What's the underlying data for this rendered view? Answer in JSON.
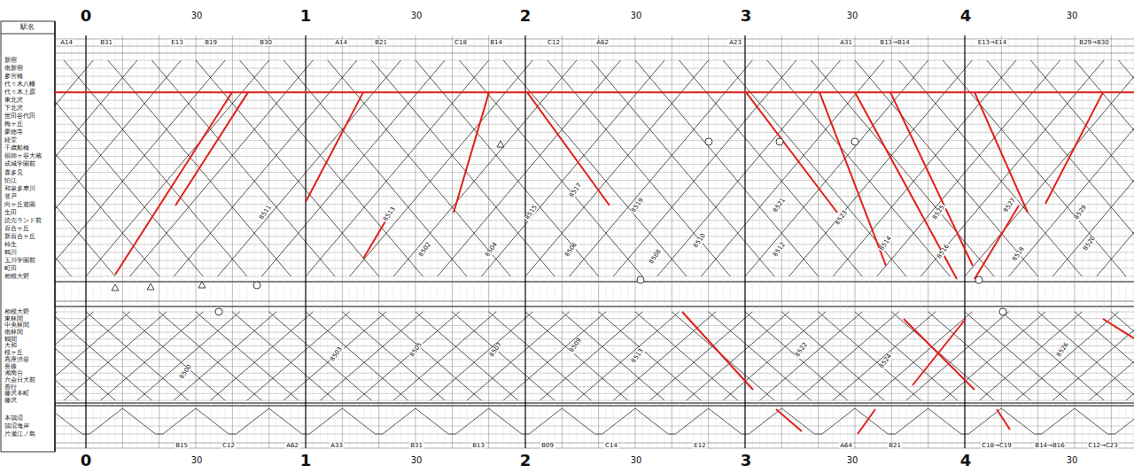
{
  "diagram": {
    "labels": [
      "駅名",
      "新宿",
      "南新宿",
      "参宮橋",
      "代々木八幡",
      "代々木上原",
      "東北沢",
      "下北沢",
      "世田谷代田",
      "梅ヶ丘",
      "豪徳寺",
      "経堂",
      "千歳船橋",
      "祖師ヶ谷大蔵",
      "成城学園前",
      "喜多見",
      "狛江",
      "和泉多摩川",
      "登戸",
      "向ヶ丘遊園",
      "生田",
      "読売ランド前",
      "百合ヶ丘",
      "新百合ヶ丘",
      "柿生",
      "鶴川",
      "玉川学園前",
      "町田",
      "相模大野",
      "相模大野",
      "東林間",
      "中央林間",
      "南林間",
      "鶴間",
      "大和",
      "桜ヶ丘",
      "高座渋谷",
      "長後",
      "湘南台",
      "六会日大前",
      "善行",
      "藤沢本町",
      "藤沢",
      "本鵠沼",
      "鵠沼海岸",
      "片瀬江ノ島",
      "0",
      "30",
      "1",
      "30",
      "2",
      "30",
      "3",
      "30",
      "4",
      "30",
      "0",
      "30",
      "1",
      "30",
      "2",
      "30",
      "3",
      "30",
      "4",
      "30",
      "A14",
      "B31",
      "E13",
      "B19",
      "B30",
      "A14",
      "B21",
      "C18",
      "B14",
      "C12",
      "A62",
      "A23",
      "A31",
      "B13→B14",
      "E13→E14",
      "B29→B30",
      "B15",
      "C12",
      "A62",
      "A33",
      "B31",
      "B13",
      "B09",
      "C14",
      "E12",
      "A64",
      "B21",
      "C18→C19",
      "B14→B16",
      "C12→C23",
      "8502",
      "8504",
      "8506",
      "8508",
      "8510",
      "8512",
      "8514",
      "8516",
      "8518",
      "8520",
      "8511",
      "8513",
      "8515",
      "8517",
      "8519",
      "8521",
      "8523",
      "8525",
      "8527",
      "8529",
      "8500",
      "8503",
      "8505",
      "8507",
      "8509",
      "8513",
      "8522",
      "8524",
      "8526"
    ]
  }
}
